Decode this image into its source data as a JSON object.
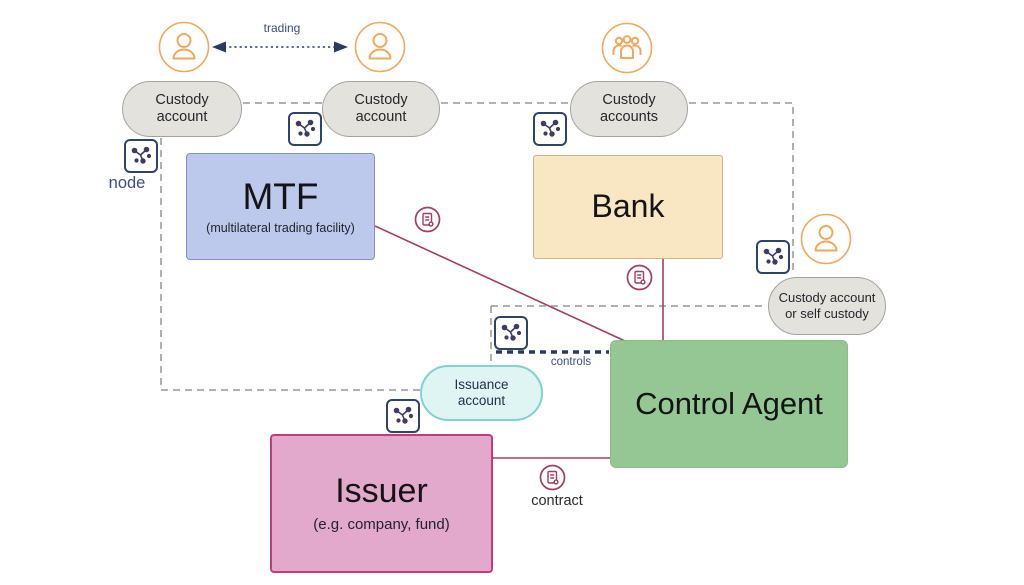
{
  "diagram": {
    "top": {
      "trading_label": "trading",
      "custody_account_left": "Custody account",
      "custody_account_mid": "Custody account",
      "custody_accounts": "Custody accounts"
    },
    "boxes": {
      "mtf": {
        "title": "MTF",
        "subtitle": "(multilateral trading facility)"
      },
      "bank": {
        "title": "Bank"
      },
      "control_agent": {
        "title": "Control Agent"
      },
      "issuer": {
        "title": "Issuer",
        "subtitle": "(e.g. company, fund)"
      }
    },
    "accounts": {
      "issuance_account": "Issuance account",
      "custody_or_self_custody": "Custody account or self custody"
    },
    "labels": {
      "node": "node",
      "controls": "controls",
      "contract": "contract"
    },
    "icons": {
      "node": "network-node-icon",
      "contract": "contract-document-icon",
      "person": "person-icon",
      "group": "people-group-icon"
    },
    "colors": {
      "mtf_fill": "#bcc9ec",
      "mtf_border": "#8391cb",
      "bank_fill": "#f9e7c4",
      "bank_border": "#cdb28a",
      "control_agent_fill": "#95c794",
      "issuer_fill": "#e2a9cd",
      "issuer_border": "#c03d79",
      "issuance_fill": "#def5f3",
      "issuance_border": "#7fd3cc",
      "pill_fill": "#e4e2dd",
      "pill_border": "#a3a39e",
      "line_maroon": "#a23f5e",
      "line_navy": "#2c3a5e",
      "line_gray": "#979797",
      "icon_orange": "#f0a95c",
      "node_icon_border": "#2e4369"
    }
  }
}
